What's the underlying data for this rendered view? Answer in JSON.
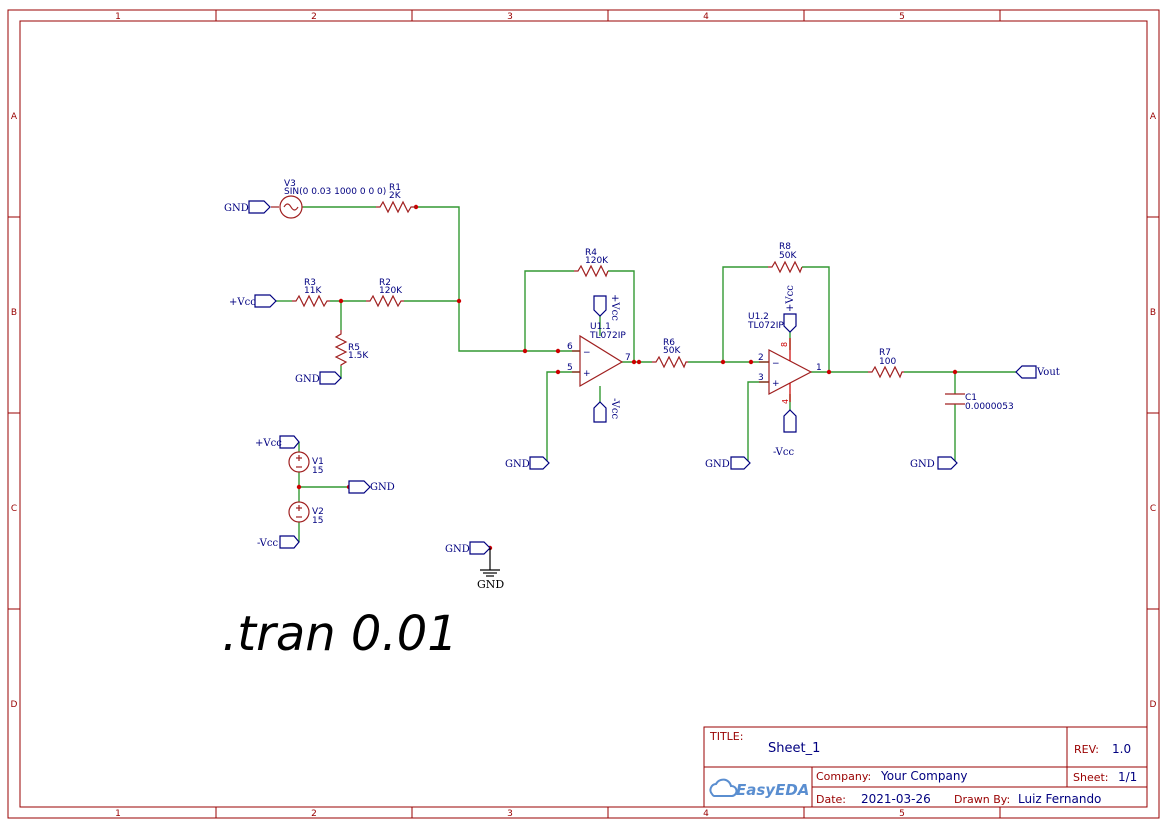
{
  "border": {
    "columns": [
      "1",
      "2",
      "3",
      "4",
      "5"
    ],
    "rows": [
      "A",
      "B",
      "C",
      "D"
    ]
  },
  "components": {
    "v3": {
      "ref": "V3",
      "value": "SIN(0 0.03 1000 0 0 0)"
    },
    "r1": {
      "ref": "R1",
      "value": "2K"
    },
    "r2": {
      "ref": "R2",
      "value": "120K"
    },
    "r3": {
      "ref": "R3",
      "value": "11K"
    },
    "r4": {
      "ref": "R4",
      "value": "120K"
    },
    "r5": {
      "ref": "R5",
      "value": "1.5K"
    },
    "r6": {
      "ref": "R6",
      "value": "50K"
    },
    "r7": {
      "ref": "R7",
      "value": "100"
    },
    "r8": {
      "ref": "R8",
      "value": "50K"
    },
    "c1": {
      "ref": "C1",
      "value": "0.0000053"
    },
    "v1": {
      "ref": "V1",
      "value": "15"
    },
    "v2": {
      "ref": "V2",
      "value": "15"
    },
    "u1_1": {
      "ref": "U1.1",
      "value": "TL072IP",
      "pin_inv": "6",
      "pin_noninv": "5",
      "pin_out": "7"
    },
    "u1_2": {
      "ref": "U1.2",
      "value": "TL072IP",
      "pin_inv": "2",
      "pin_noninv": "3",
      "pin_out": "1",
      "pin_vp": "8",
      "pin_vn": "4"
    }
  },
  "nets": {
    "gnd": "GND",
    "vcc_pos": "+Vcc",
    "vcc_neg": "-Vcc",
    "vout": "Vout"
  },
  "symbols": {
    "minus": "−",
    "plus": "+"
  },
  "spice_directive": ".tran 0.01",
  "title_block": {
    "title_label": "TITLE:",
    "title": "Sheet_1",
    "rev_label": "REV:",
    "rev": "1.0",
    "company_label": "Company:",
    "company": "Your Company",
    "sheet_label": "Sheet:",
    "sheet": "1/1",
    "date_label": "Date:",
    "date": "2021-03-26",
    "drawn_label": "Drawn By:",
    "drawn_by": "Luiz Fernando",
    "logo": "EasyEDA"
  },
  "colors": {
    "frame": "#990000",
    "wire": "#339933",
    "label": "#000080",
    "component": "#a02020",
    "junction": "#cc0000"
  }
}
